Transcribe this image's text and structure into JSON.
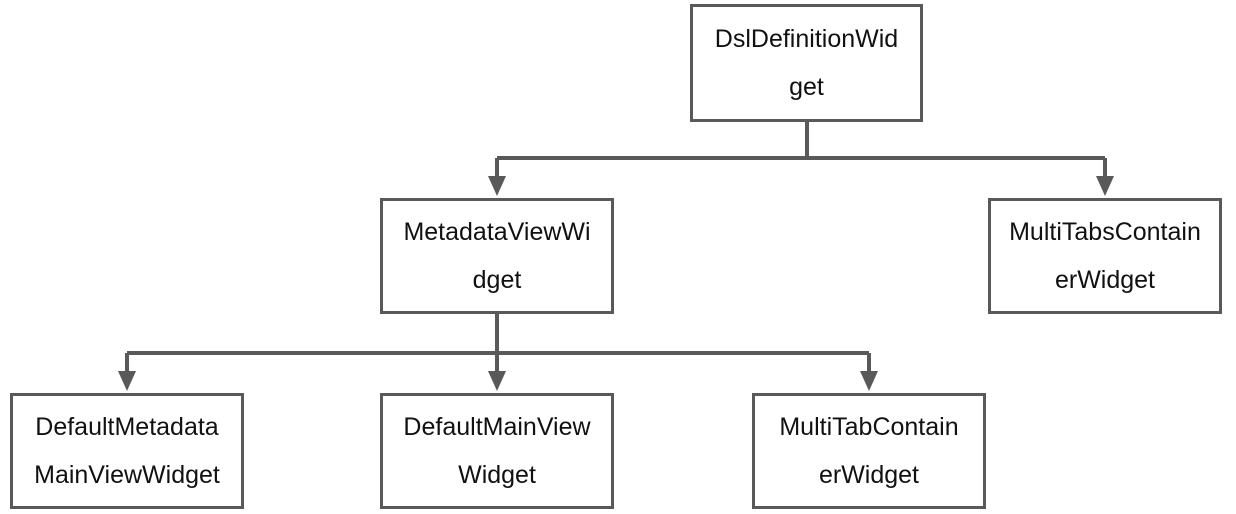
{
  "diagram": {
    "nodes": {
      "root": {
        "line1": "DslDefinitionWid",
        "line2": "get"
      },
      "meta": {
        "line1": "MetadataViewWi",
        "line2": "dget"
      },
      "multi": {
        "line1": "MultiTabsContain",
        "line2": "erWidget"
      },
      "dmm": {
        "line1": "DefaultMetadata",
        "line2": "MainViewWidget"
      },
      "dmv": {
        "line1": "DefaultMainView",
        "line2": "Widget"
      },
      "mtc": {
        "line1": "MultiTabContain",
        "line2": "erWidget"
      }
    },
    "edges": [
      {
        "from": "root",
        "to": "meta"
      },
      {
        "from": "root",
        "to": "multi"
      },
      {
        "from": "meta",
        "to": "dmm"
      },
      {
        "from": "meta",
        "to": "dmv"
      },
      {
        "from": "meta",
        "to": "mtc"
      }
    ],
    "colors": {
      "stroke": "#595959",
      "text": "#111111",
      "background": "#ffffff"
    }
  }
}
